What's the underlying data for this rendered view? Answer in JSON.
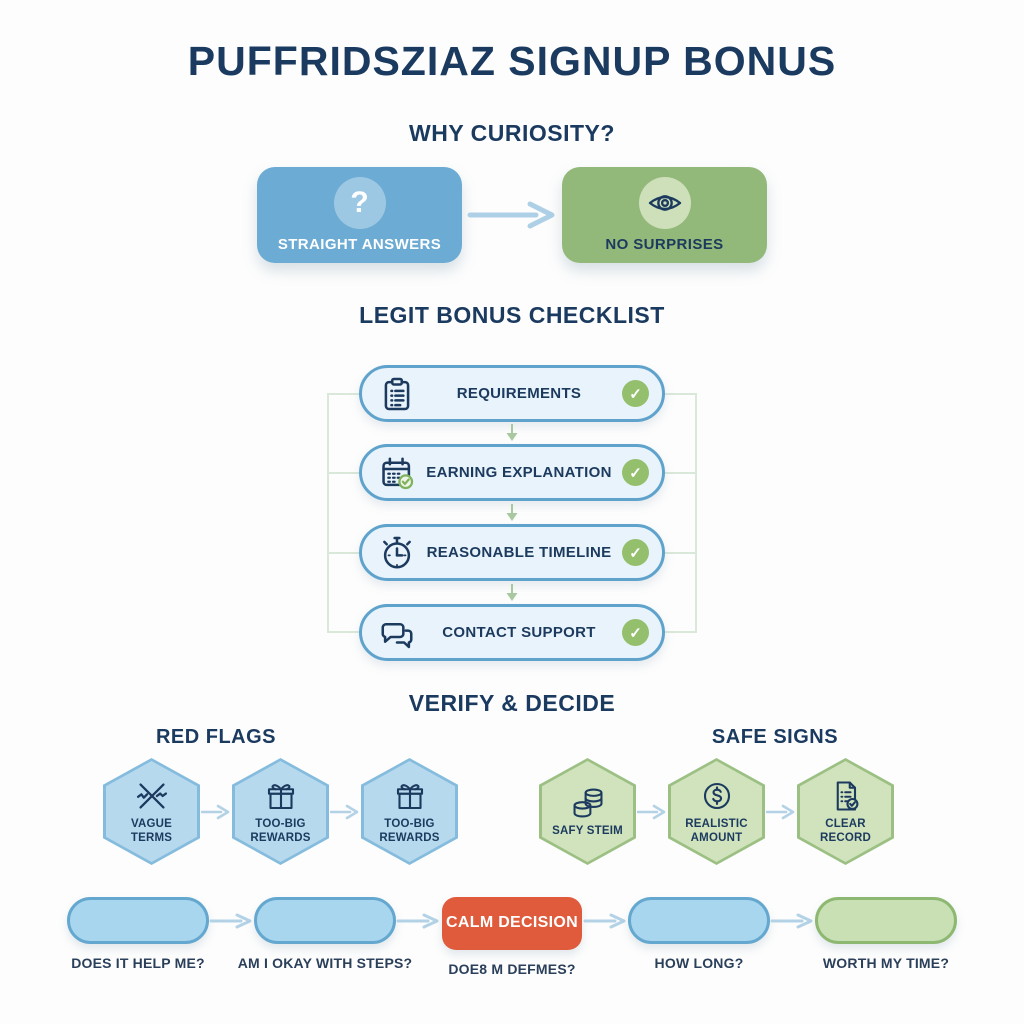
{
  "page": {
    "title": "PUFFRIDSZIAZ SIGNUP BONUS"
  },
  "why_section": {
    "heading": "WHY CURIOSITY?",
    "cards": [
      {
        "label": "STRAIGHT ANSWERS",
        "icon": "question-mark-icon",
        "color": "#6cabd3"
      },
      {
        "label": "NO SURPRISES",
        "icon": "eye-icon",
        "color": "#93b97a"
      }
    ],
    "arrow_icon": "right-arrow-icon"
  },
  "checklist_section": {
    "heading": "LEGIT BONUS CHECKLIST",
    "check_color": "#94c06e",
    "items": [
      {
        "label": "REQUIREMENTS",
        "icon": "clipboard-icon",
        "checked": true
      },
      {
        "label": "EARNING EXPLANATION",
        "icon": "calendar-check-icon",
        "checked": true
      },
      {
        "label": "REASONABLE TIMELINE",
        "icon": "stopwatch-icon",
        "checked": true
      },
      {
        "label": "CONTACT SUPPORT",
        "icon": "chat-bubbles-icon",
        "checked": true
      }
    ]
  },
  "verify_section": {
    "heading": "VERIFY & DECIDE",
    "red_flags": {
      "heading": "RED FLAGS",
      "hex_color": "#b6d9ee",
      "items": [
        {
          "label": "VAGUE TERMS",
          "icon": "crossed-lines-icon"
        },
        {
          "label": "TOO-BIG REWARDS",
          "icon": "gift-icon"
        },
        {
          "label": "TOO-BIG REWARDS",
          "icon": "gift-icon"
        }
      ]
    },
    "safe_signs": {
      "heading": "SAFE SIGNS",
      "hex_color": "#d0e3bd",
      "items": [
        {
          "label": "SAFY STEIM",
          "icon": "coins-icon"
        },
        {
          "label": "REALISTIC AMOUNT",
          "icon": "dollar-circle-icon"
        },
        {
          "label": "CLEAR RECORD",
          "icon": "document-check-icon"
        }
      ]
    }
  },
  "decision_flow": {
    "steps": [
      {
        "pill_label": "",
        "caption": "DOES IT HELP ME?",
        "style": "blue"
      },
      {
        "pill_label": "",
        "caption": "AM I OKAY WITH STEPS?",
        "style": "blue"
      },
      {
        "pill_label": "CALM DECISION",
        "caption": "DOE8 M DEFMES?",
        "style": "orange"
      },
      {
        "pill_label": "",
        "caption": "HOW LONG?",
        "style": "blue"
      },
      {
        "pill_label": "",
        "caption": "WORTH MY TIME?",
        "style": "green"
      }
    ]
  },
  "colors": {
    "navy": "#1b3a60",
    "card_blue": "#6cabd3",
    "card_green": "#93b97a",
    "pill_border_blue": "#5fa3cc",
    "pill_fill": "#e9f3fb",
    "check_green": "#94c06e",
    "frame_green": "#d9e8d9",
    "hex_blue": "#b6d9ee",
    "hex_green": "#d0e3bd",
    "orange": "#e05b3c",
    "arrow_light_blue": "#aed0e6",
    "arrow_green": "#a8c9a0"
  }
}
